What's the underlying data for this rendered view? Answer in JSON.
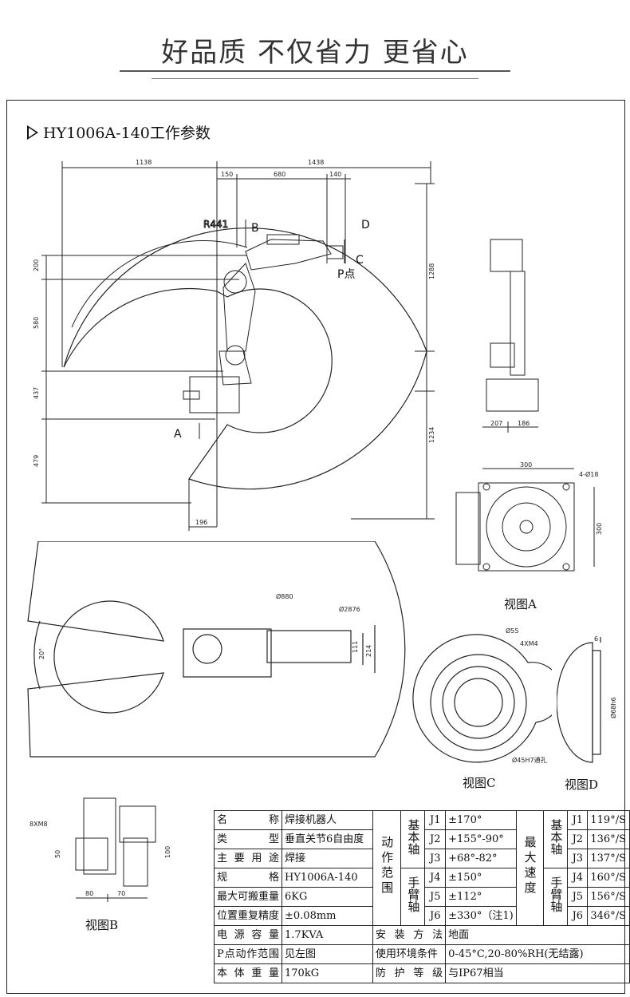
{
  "header": {
    "title": "好品质 不仅省力 更省心"
  },
  "sheet": {
    "title": "HY1006A-140工作参数"
  },
  "side_view": {
    "dims_top": [
      "1138",
      "1438",
      "150",
      "680",
      "140"
    ],
    "dims_left": [
      "200",
      "580",
      "437",
      "479"
    ],
    "dims_right": [
      "1288",
      "1234"
    ],
    "dim_bottom": "196",
    "radius": "R441",
    "markers": {
      "a": "A",
      "b": "B",
      "c": "C",
      "d": "D",
      "p": "P点"
    }
  },
  "rear_view": {
    "dims": [
      "207",
      "186"
    ]
  },
  "view_a": {
    "label": "视图A",
    "dims": [
      "300",
      "300",
      "4-Ø18"
    ]
  },
  "top_view": {
    "dims": [
      "Ø880",
      "Ø2876",
      "20°",
      "111",
      "214"
    ]
  },
  "view_c": {
    "label": "视图C",
    "dims": [
      "Ø55",
      "4XM4",
      "Ø45H7通孔"
    ]
  },
  "view_d": {
    "label": "视图D",
    "dims": [
      "6",
      "Ø68h6"
    ]
  },
  "view_b": {
    "label": "视图B",
    "dims": [
      "8XM8",
      "50",
      "100",
      "80",
      "70"
    ]
  },
  "specs": {
    "rows": [
      {
        "name": "名　　称",
        "value": "焊接机器人"
      },
      {
        "name": "类　　型",
        "value": "垂直关节6自由度"
      },
      {
        "name": "主要用途",
        "value": "焊接"
      },
      {
        "name": "规　　格",
        "value": "HY1006A-140"
      },
      {
        "name": "最大可搬重量",
        "value": "6KG"
      },
      {
        "name": "位置重复精度",
        "value": "±0.08mm"
      },
      {
        "name": "电源容量",
        "value": "1.7KVA"
      },
      {
        "name": "P点动作范围",
        "value": "见左图"
      },
      {
        "name": "本体重量",
        "value": "170kG"
      }
    ],
    "motion_label": "动作范围",
    "speed_label": "最大速度",
    "base_label": "基本轴",
    "wrist_label": "手臂轴",
    "axes": [
      {
        "axis": "J1",
        "range": "±170°",
        "speed": "119°/S"
      },
      {
        "axis": "J2",
        "range": "+155°-90°",
        "speed": "136°/S"
      },
      {
        "axis": "J3",
        "range": "+68°-82°",
        "speed": "137°/S"
      },
      {
        "axis": "J4",
        "range": "±150°",
        "speed": "160°/S"
      },
      {
        "axis": "J5",
        "range": "±112°",
        "speed": "156°/S"
      },
      {
        "axis": "J6",
        "range": "±330°（注1)",
        "speed": "346°/S"
      }
    ],
    "install_label": "安装方法",
    "install_value": "地面",
    "env_label": "使用环境条件",
    "env_value": "0-45°C,20-80%RH(无结露)",
    "protect_label": "防护等级",
    "protect_value": "与IP67相当"
  }
}
